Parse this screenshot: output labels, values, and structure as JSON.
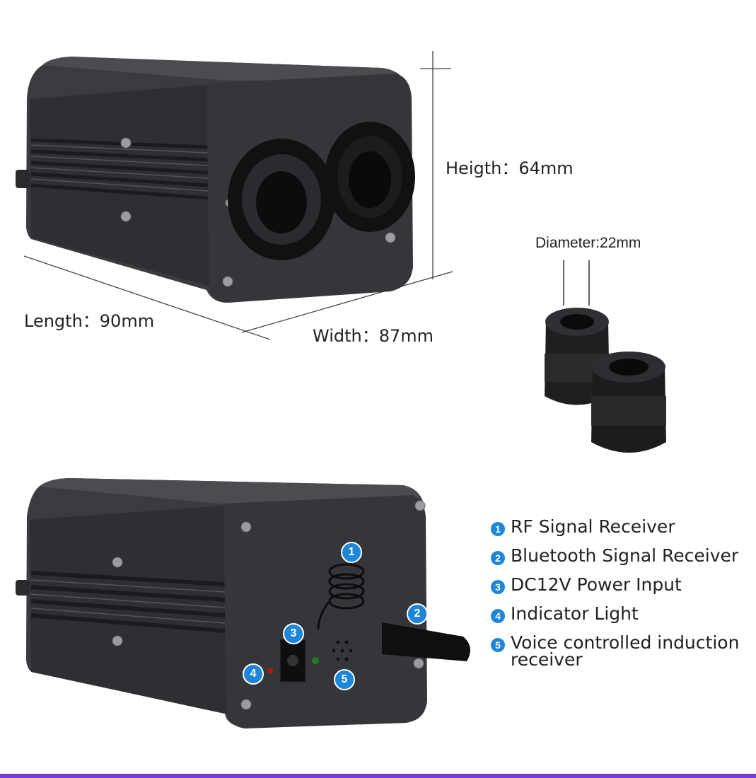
{
  "dimensions": {
    "height_label": "Heigth：64mm",
    "length_label": "Length：90mm",
    "width_label": "Width：87mm",
    "diameter_label": "Diameter:22mm"
  },
  "callouts": [
    "1",
    "2",
    "3",
    "4",
    "5"
  ],
  "legend": [
    {
      "number": "1",
      "label": "RF Signal  Receiver"
    },
    {
      "number": "2",
      "label": "Bluetooth Signal Receiver"
    },
    {
      "number": "3",
      "label": "DC12V Power Input"
    },
    {
      "number": "4",
      "label": "Indicator Light"
    },
    {
      "number": "5",
      "label": "Voice controlled induction receiver"
    }
  ],
  "colors": {
    "badge": "#1e86d8",
    "footer_bar": "#7c3bd6",
    "device_body": "#3a3b3e"
  }
}
